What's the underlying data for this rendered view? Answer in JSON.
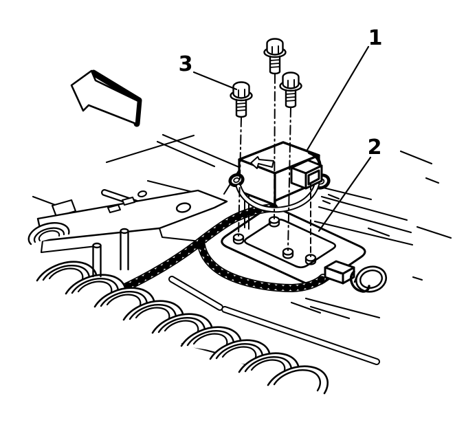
{
  "figure": {
    "background_color": "#ffffff",
    "line_color": "#000000",
    "callouts": [
      {
        "label": "1",
        "points_to": "sensor-module"
      },
      {
        "label": "2",
        "points_to": "floor-mounting-plate"
      },
      {
        "label": "3",
        "points_to": "mounting-bolt"
      }
    ],
    "icons": [
      {
        "name": "front-of-vehicle-arrow",
        "shape": "3d-block-arrow-pointing-upper-left"
      },
      {
        "name": "sensor-orientation-arrow",
        "shape": "small-outline-arrow-on-module-top"
      }
    ],
    "parts": [
      {
        "callout": "1",
        "name": "sensor-module"
      },
      {
        "callout": "2",
        "name": "floor-mounting-plate"
      },
      {
        "callout": "3",
        "name": "hex-flange-bolt",
        "count": 3
      }
    ]
  }
}
